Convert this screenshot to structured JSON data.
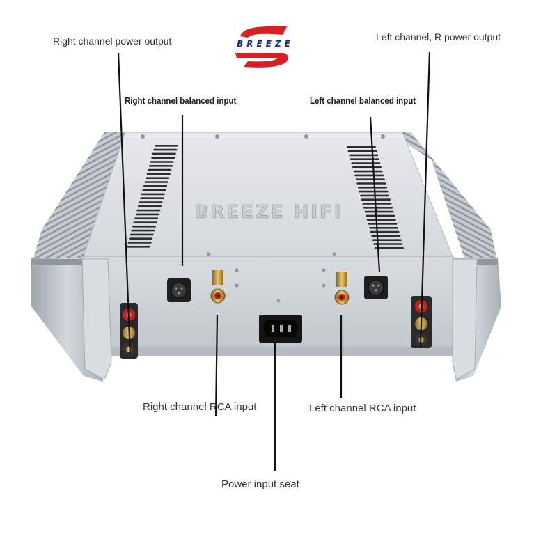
{
  "brand": {
    "logo_text": "BREEZE",
    "panel_mark": "BREEZE HIFI",
    "red": "#d71f26",
    "blue": "#1b2a88"
  },
  "callouts": {
    "right_power_output": "Right channel power output",
    "left_power_output": "Left channel, R power output",
    "right_balanced_input": "Right channel balanced input",
    "left_balanced_input": "Left channel balanced input",
    "right_rca_input": "Right channel RCA input",
    "left_rca_input": "Left channel RCA input",
    "power_input_seat": "Power input seat"
  },
  "colors": {
    "chassis": "#c9ced3",
    "heatsink": "#b8bfc6",
    "leader_line": "#111111",
    "label_text": "#333333"
  }
}
